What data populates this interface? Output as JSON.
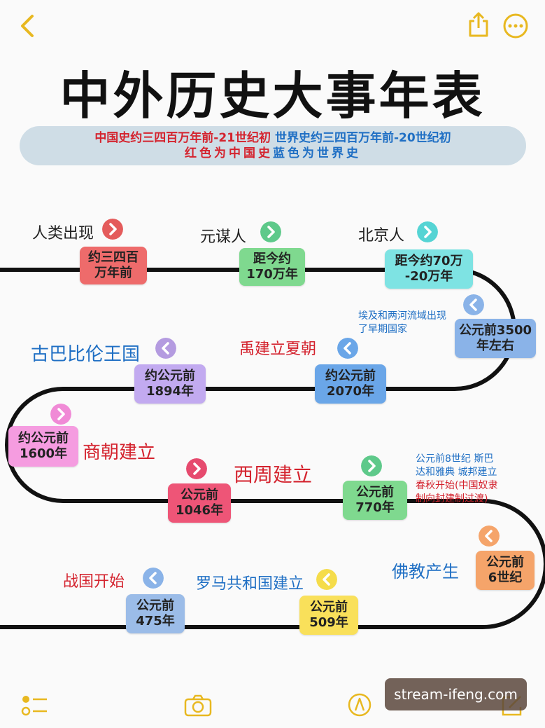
{
  "title": "中外历史大事年表",
  "subtitle": {
    "china_range": "中国史约三四百万年前-21世纪初",
    "world_range": "世界史约三四百万年前-20世纪初",
    "legend_red": "红色为中国史",
    "legend_blue": "蓝色为世界史"
  },
  "colors": {
    "red_text": "#d4232e",
    "blue_text": "#1f6fc4",
    "track": "#111111"
  },
  "icons": {
    "back": "chevron-left-icon",
    "share": "share-icon",
    "more": "more-icon",
    "checklist": "checklist-icon",
    "camera": "camera-icon",
    "markup": "pen-icon",
    "compose": "compose-icon"
  },
  "events": [
    {
      "label": "人类出现",
      "date": [
        "约三四百",
        "万年前"
      ]
    },
    {
      "label": "元谋人",
      "date": [
        "距今约",
        "170万年"
      ]
    },
    {
      "label": "北京人",
      "date": [
        "距今约70万",
        "-20万年"
      ]
    },
    {
      "label": "埃及和两河流域出现了早期国家",
      "date": [
        "公元前3500",
        "年左右"
      ]
    },
    {
      "label": "禹建立夏朝",
      "date": [
        "约公元前",
        "2070年"
      ]
    },
    {
      "label": "古巴比伦王国",
      "date": [
        "约公元前",
        "1894年"
      ]
    },
    {
      "label": "商朝建立",
      "date": [
        "约公元前",
        "1600年"
      ]
    },
    {
      "label": "西周建立",
      "date": [
        "公元前",
        "1046年"
      ]
    },
    {
      "label": "公元前8世纪 斯巴达和雅典 城邦建立",
      "label2": "春秋开始(中国奴隶制向封建制过渡)",
      "date": [
        "公元前",
        "770年"
      ]
    },
    {
      "label": "佛教产生",
      "date": [
        "公元前",
        "6世纪"
      ]
    },
    {
      "label": "罗马共和国建立",
      "date": [
        "公元前",
        "509年"
      ]
    },
    {
      "label": "战国开始",
      "date": [
        "公元前",
        "475年"
      ]
    }
  ],
  "watermark": "stream-ifeng.com"
}
